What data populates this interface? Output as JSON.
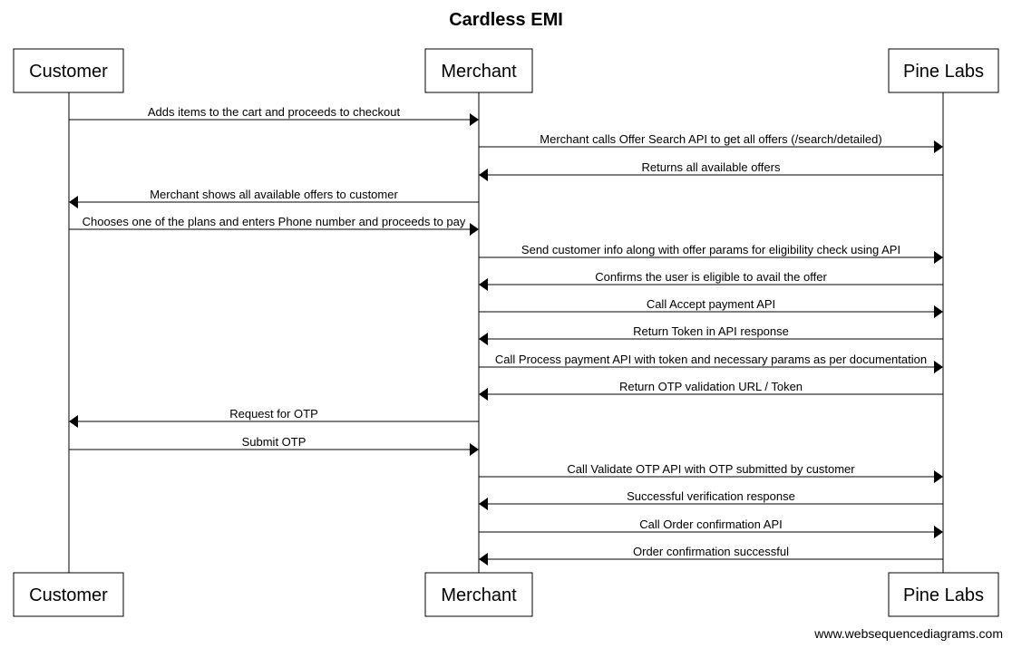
{
  "diagram": {
    "title": "Cardless EMI",
    "watermark": "www.websequencediagrams.com",
    "participants": [
      {
        "id": "customer",
        "label": "Customer"
      },
      {
        "id": "merchant",
        "label": "Merchant"
      },
      {
        "id": "pinelabs",
        "label": "Pine Labs"
      }
    ],
    "messages": [
      {
        "from": "customer",
        "to": "merchant",
        "label": "Adds items to the cart and proceeds to checkout"
      },
      {
        "from": "merchant",
        "to": "pinelabs",
        "label": "Merchant calls Offer Search API to get all offers (/search/detailed)"
      },
      {
        "from": "pinelabs",
        "to": "merchant",
        "label": "Returns all available offers"
      },
      {
        "from": "merchant",
        "to": "customer",
        "label": "Merchant shows all available offers to customer"
      },
      {
        "from": "customer",
        "to": "merchant",
        "label": "Chooses one of the plans and enters Phone number and proceeds to pay"
      },
      {
        "from": "merchant",
        "to": "pinelabs",
        "label": "Send customer info along with offer params for eligibility check using API"
      },
      {
        "from": "pinelabs",
        "to": "merchant",
        "label": "Confirms the user is eligible to avail the offer"
      },
      {
        "from": "merchant",
        "to": "pinelabs",
        "label": "Call Accept payment API"
      },
      {
        "from": "pinelabs",
        "to": "merchant",
        "label": "Return Token in API response"
      },
      {
        "from": "merchant",
        "to": "pinelabs",
        "label": "Call Process payment API with token and necessary params as per documentation"
      },
      {
        "from": "pinelabs",
        "to": "merchant",
        "label": "Return OTP validation URL / Token"
      },
      {
        "from": "merchant",
        "to": "customer",
        "label": "Request for OTP"
      },
      {
        "from": "customer",
        "to": "merchant",
        "label": "Submit OTP"
      },
      {
        "from": "merchant",
        "to": "pinelabs",
        "label": "Call Validate OTP API with OTP submitted by customer"
      },
      {
        "from": "pinelabs",
        "to": "merchant",
        "label": "Successful verification response"
      },
      {
        "from": "merchant",
        "to": "pinelabs",
        "label": "Call Order confirmation API"
      },
      {
        "from": "pinelabs",
        "to": "merchant",
        "label": "Order confirmation successful"
      }
    ]
  }
}
